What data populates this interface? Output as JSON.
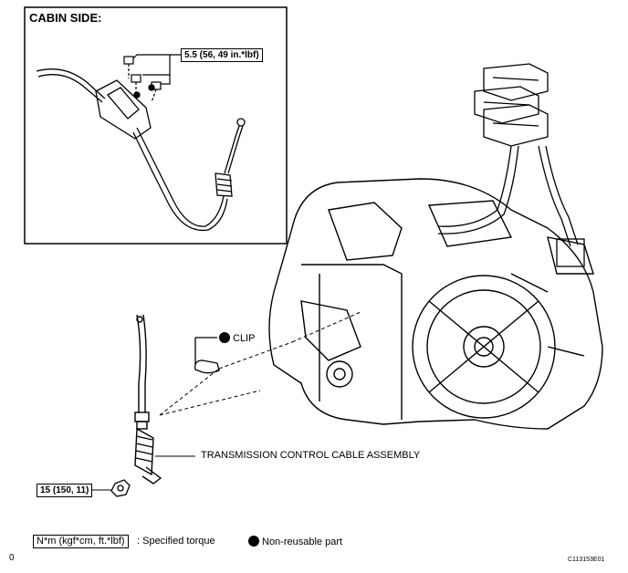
{
  "cabin": {
    "title": "CABIN SIDE:",
    "torque": "5.5 (56, 49 in.*lbf)"
  },
  "labels": {
    "clip": "CLIP",
    "cable_assembly": "TRANSMISSION CONTROL CABLE ASSEMBLY",
    "nut_torque": "15 (150, 11)"
  },
  "legend": {
    "torque_box": "N*m (kgf*cm, ft.*lbf)",
    "torque_text": ": Specified torque",
    "non_reusable": "Non-reusable part"
  },
  "footer": {
    "left_mark": "0",
    "code": "C113153E01"
  }
}
